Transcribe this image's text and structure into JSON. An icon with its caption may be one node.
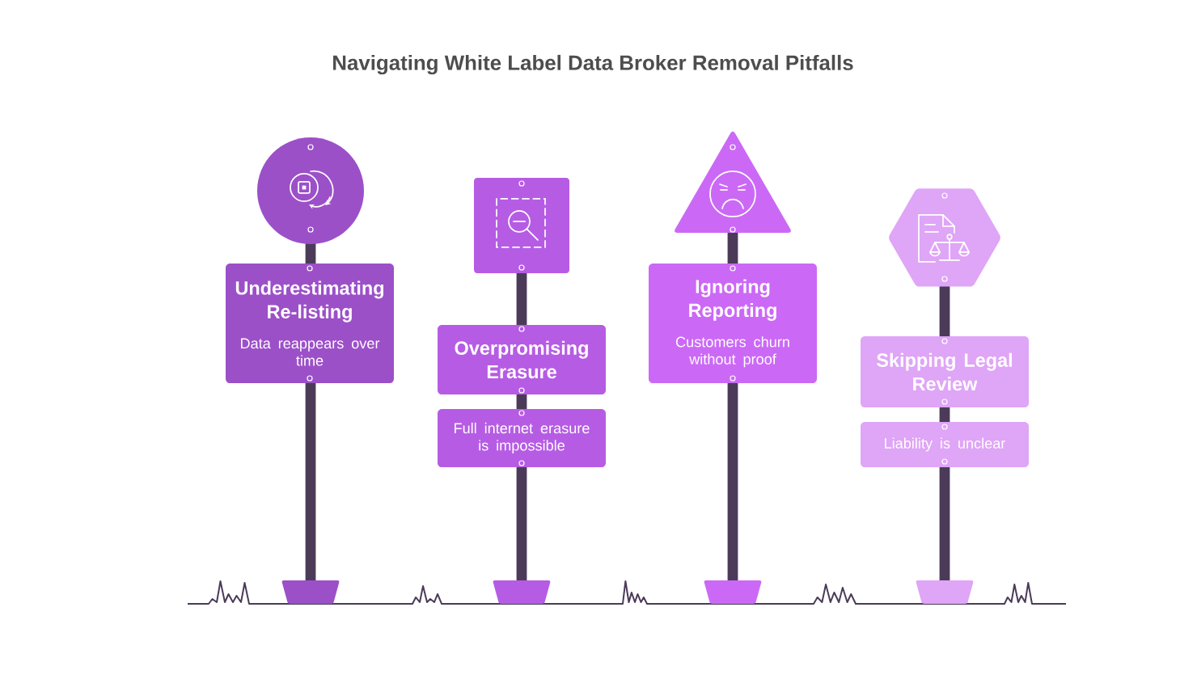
{
  "diagram": {
    "title": "Navigating White Label Data Broker Removal Pitfalls",
    "nodes": [
      {
        "text": [],
        "shape": "circle"
      },
      {
        "text": [
          "Underestimating Re-listing",
          "Data reappears over time"
        ]
      },
      {
        "text": [],
        "shape": "box"
      },
      {
        "text": [
          "Overpromising Erasure"
        ]
      },
      {
        "text": [
          "Full internet erasure is impossible"
        ]
      },
      {
        "text": [],
        "shape": "triangle"
      },
      {
        "text": [
          "Ignoring Reporting",
          "Customers churn without proof"
        ]
      },
      {
        "text": [],
        "shape": "hexagon"
      },
      {
        "text": [
          "Skipping Legal Review"
        ]
      },
      {
        "text": [
          "Liability is unclear"
        ]
      }
    ]
  }
}
